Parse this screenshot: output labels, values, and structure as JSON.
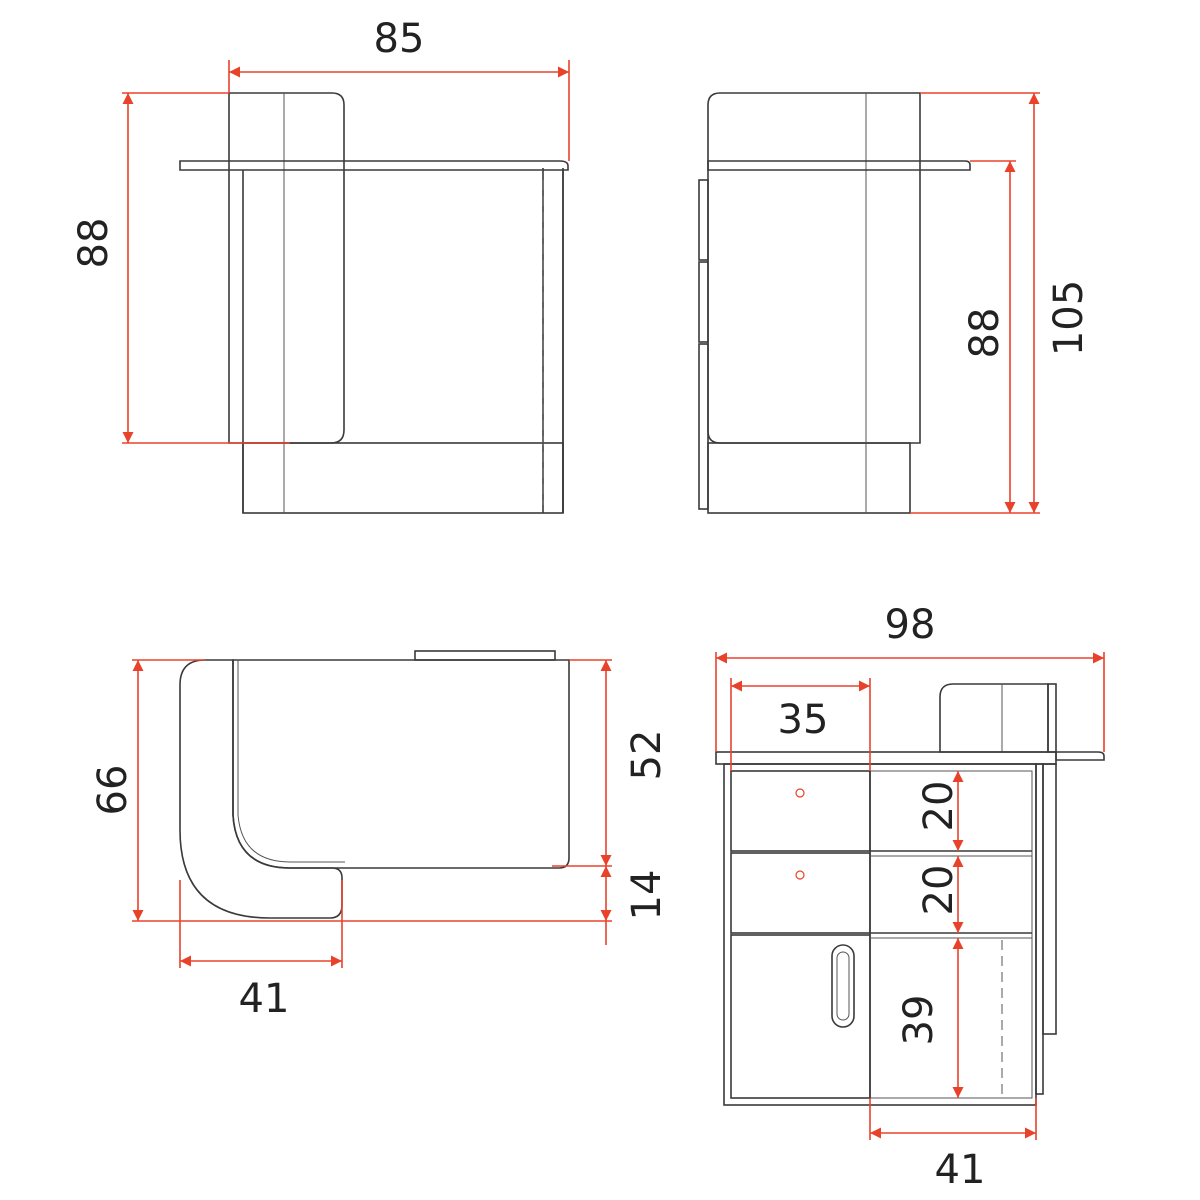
{
  "drawing": {
    "colors": {
      "outline": "#3a3a3a",
      "dimension": "#e8432a",
      "text": "#222222"
    },
    "views": {
      "front": {
        "width_label": "85",
        "height_label": "88"
      },
      "side": {
        "shelf_height_label": "88",
        "total_height_label": "105"
      },
      "top": {
        "depth_label": "66",
        "body_label": "52",
        "step_label": "14",
        "base_label": "41"
      },
      "open": {
        "total_width_label": "98",
        "drawer_width_label": "35",
        "drawer1_label": "20",
        "drawer2_label": "20",
        "door_label": "39",
        "cabinet_label": "41"
      }
    }
  }
}
